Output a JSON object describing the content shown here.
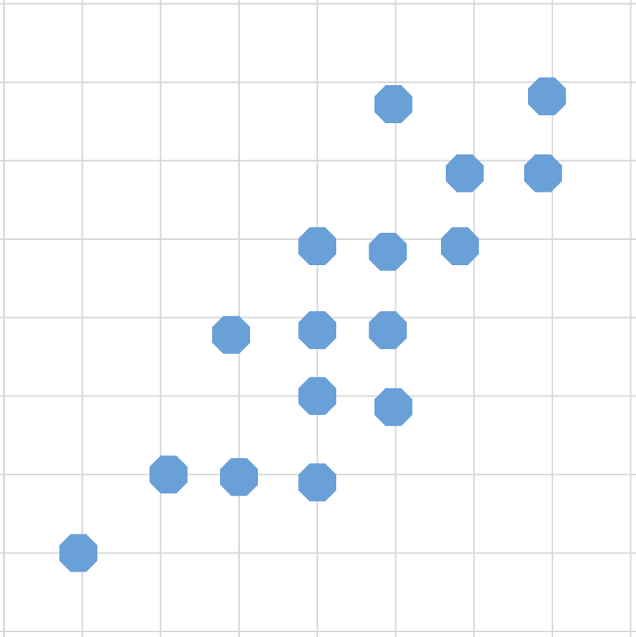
{
  "chart_data": {
    "type": "scatter",
    "title": "",
    "xlabel": "",
    "ylabel": "",
    "grid": true,
    "legend": "none",
    "marker": "octagon",
    "xlim": [
      0,
      8
    ],
    "ylim": [
      0,
      8
    ],
    "series": [
      {
        "color": "#6aa0d8",
        "points": [
          {
            "x": 0.95,
            "y": 1.0
          },
          {
            "x": 2.1,
            "y": 2.0
          },
          {
            "x": 3.0,
            "y": 1.97
          },
          {
            "x": 4.0,
            "y": 1.9
          },
          {
            "x": 2.9,
            "y": 3.78
          },
          {
            "x": 4.0,
            "y": 3.84
          },
          {
            "x": 4.0,
            "y": 3.0
          },
          {
            "x": 4.9,
            "y": 3.84
          },
          {
            "x": 4.97,
            "y": 2.86
          },
          {
            "x": 4.0,
            "y": 4.91
          },
          {
            "x": 4.9,
            "y": 4.84
          },
          {
            "x": 5.82,
            "y": 4.91
          },
          {
            "x": 4.97,
            "y": 6.72
          },
          {
            "x": 5.88,
            "y": 5.84
          },
          {
            "x": 6.88,
            "y": 5.84
          },
          {
            "x": 6.93,
            "y": 6.82
          }
        ]
      }
    ]
  }
}
